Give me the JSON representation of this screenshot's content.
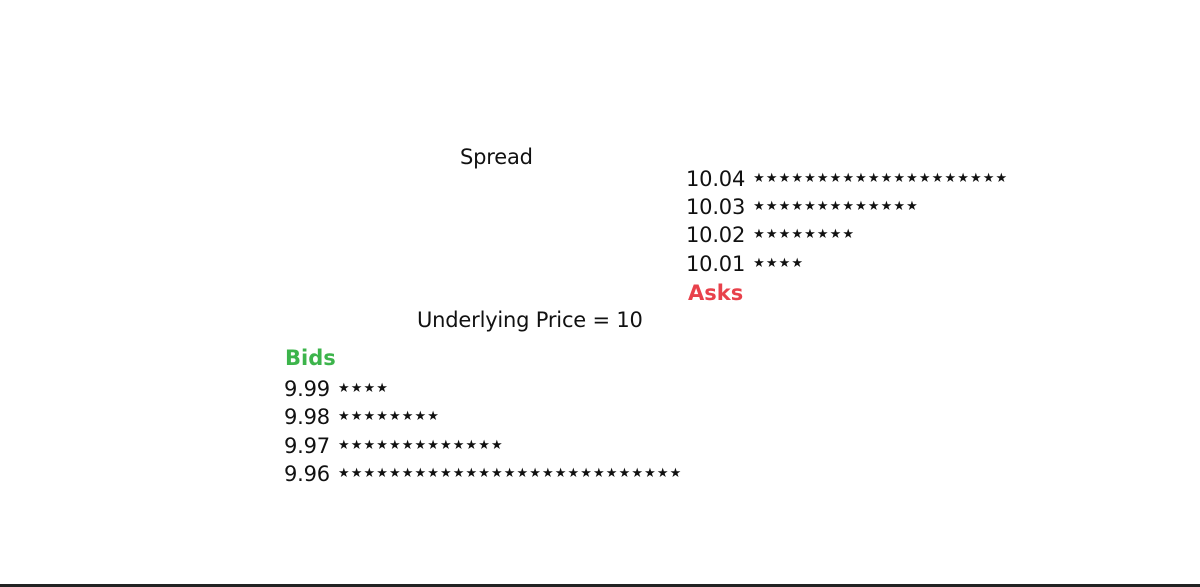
{
  "labels": {
    "spread": "Spread",
    "underlying_price": "Underlying Price = 10"
  },
  "asks": {
    "title": "Asks",
    "color": "#e8414b",
    "levels": [
      {
        "price": "10.04",
        "quantity_stars": 20
      },
      {
        "price": "10.03",
        "quantity_stars": 13
      },
      {
        "price": "10.02",
        "quantity_stars": 8
      },
      {
        "price": "10.01",
        "quantity_stars": 4
      }
    ]
  },
  "bids": {
    "title": "Bids",
    "color": "#3cb44b",
    "levels": [
      {
        "price": "9.99",
        "quantity_stars": 4
      },
      {
        "price": "9.98",
        "quantity_stars": 8
      },
      {
        "price": "9.97",
        "quantity_stars": 13
      },
      {
        "price": "9.96",
        "quantity_stars": 27
      }
    ]
  },
  "star_glyph": "★"
}
